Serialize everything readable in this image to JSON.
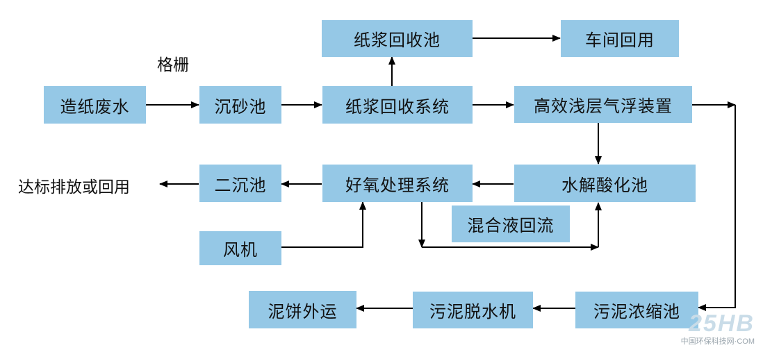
{
  "diagram": {
    "nodes": {
      "wastewater": "造纸废水",
      "grit": "沉砂池",
      "pulp_recovery_system": "纸浆回收系统",
      "pulp_recovery_tank": "纸浆回收池",
      "workshop_reuse": "车间回用",
      "flotation": "高效浅层气浮装置",
      "hydrolysis": "水解酸化池",
      "aerobic": "好氧处理系统",
      "secondary_clarifier": "二沉池",
      "blower": "风机",
      "mixed_liquor_return": "混合液回流",
      "sludge_thickener": "污泥浓缩池",
      "dewatering": "污泥脱水机",
      "cake_disposal": "泥饼外运"
    },
    "labels": {
      "screen": "格栅",
      "discharge": "达标排放或回用"
    }
  },
  "watermark": {
    "logo": "25HB",
    "subtitle": "中国环保科技网·COM"
  },
  "colors": {
    "box_fill": "#95c8e6",
    "line": "#000000"
  }
}
